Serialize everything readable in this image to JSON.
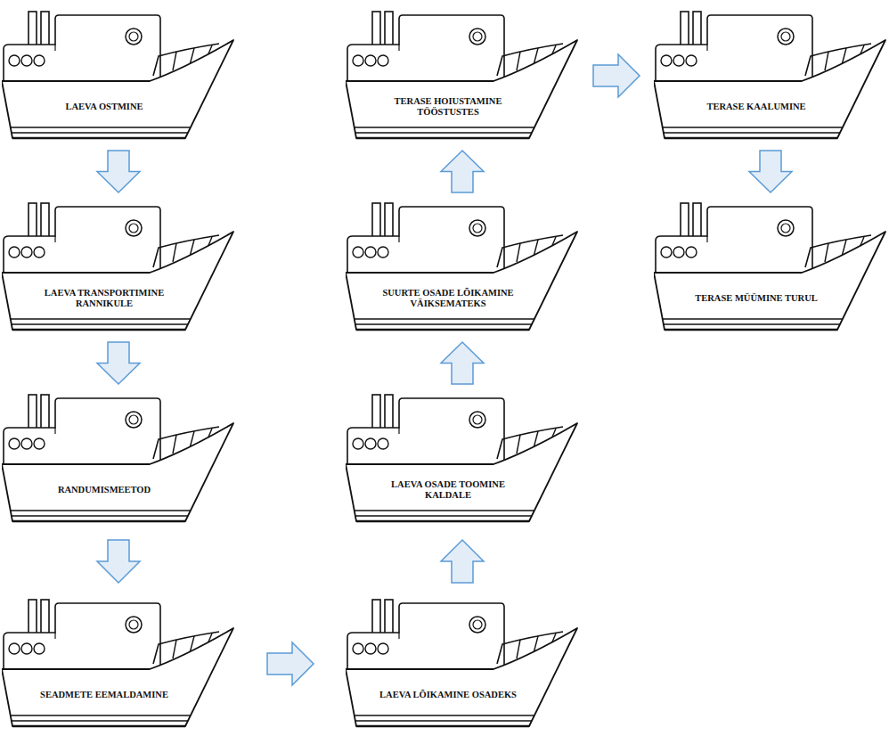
{
  "diagram": {
    "nodes": [
      {
        "text": [
          "LAEVA OSTMINE"
        ]
      },
      {
        "text": [
          "LAEVA TRANSPORTIMINE RANNIKULE"
        ]
      },
      {
        "text": [
          "RANDUMISMEETOD"
        ]
      },
      {
        "text": [
          "SEADMETE EEMALDAMINE"
        ]
      },
      {
        "text": [
          "LAEVA LÕIKAMINE OSADEKS"
        ]
      },
      {
        "text": [
          "LAEVA OSADE TOOMINE KALDALE"
        ]
      },
      {
        "text": [
          "SUURTE OSADE LÕIKAMINE VÄIKSEMATEKS"
        ]
      },
      {
        "text": [
          "TERASE HOIUSTAMINE TÖÖSTUSTES"
        ]
      },
      {
        "text": [
          "TERASE KAALUMINE"
        ]
      },
      {
        "text": [
          "TERASE MÜÜMINE TURUL"
        ]
      }
    ],
    "edges": [
      {
        "from": 0,
        "to": 1,
        "arrow": "to"
      },
      {
        "from": 1,
        "to": 2,
        "arrow": "to"
      },
      {
        "from": 2,
        "to": 3,
        "arrow": "to"
      },
      {
        "from": 3,
        "to": 4,
        "arrow": "to"
      },
      {
        "from": 4,
        "to": 5,
        "arrow": "to"
      },
      {
        "from": 5,
        "to": 6,
        "arrow": "to"
      },
      {
        "from": 6,
        "to": 7,
        "arrow": "to"
      },
      {
        "from": 7,
        "to": 8,
        "arrow": "to"
      },
      {
        "from": 8,
        "to": 9,
        "arrow": "to"
      }
    ]
  }
}
